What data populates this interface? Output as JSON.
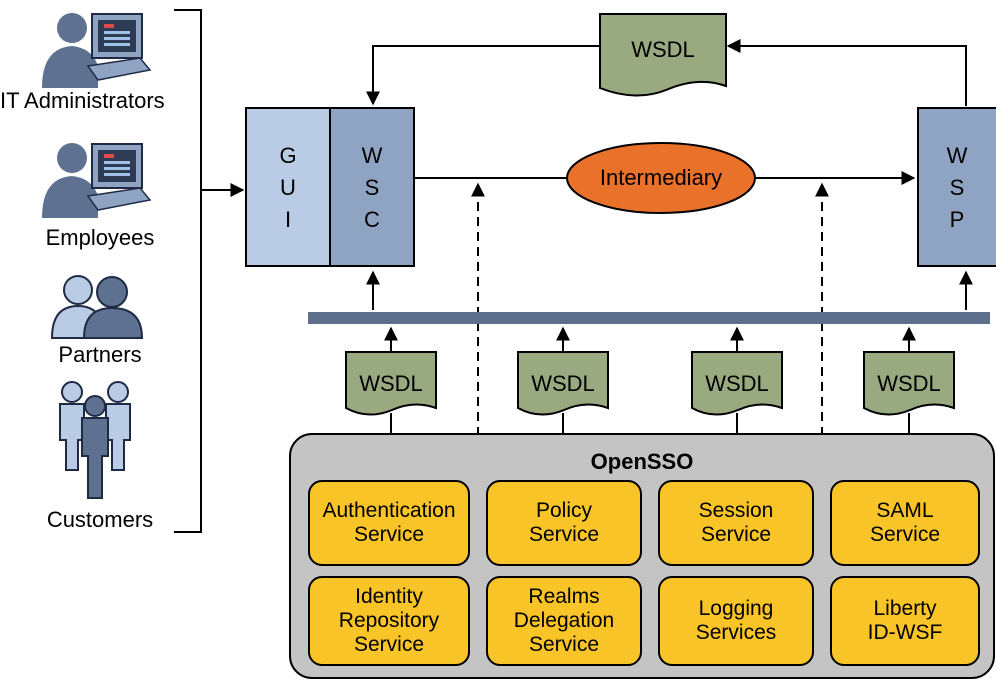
{
  "actors": [
    {
      "label": "IT Administrators",
      "icon": "administrator-workstation-icon"
    },
    {
      "label": "Employees",
      "icon": "employee-workstation-icon"
    },
    {
      "label": "Partners",
      "icon": "partners-people-icon"
    },
    {
      "label": "Customers",
      "icon": "customers-people-icon"
    }
  ],
  "client": {
    "gui_letters": [
      "G",
      "U",
      "I"
    ],
    "wsc_letters": [
      "W",
      "S",
      "C"
    ]
  },
  "provider": {
    "wsp_letters": [
      "W",
      "S",
      "P"
    ]
  },
  "intermediary": {
    "label": "Intermediary"
  },
  "wsdl": {
    "top": "WSDL",
    "docs": [
      "WSDL",
      "WSDL",
      "WSDL",
      "WSDL"
    ]
  },
  "opensso": {
    "title": "OpenSSO",
    "services": [
      "Authentication\nService",
      "Policy\nService",
      "Session\nService",
      "SAML\nService",
      "Identity\nRepository\nService",
      "Realms\nDelegation\nService",
      "Logging\nServices",
      "Liberty\nID-WSF"
    ]
  },
  "colors": {
    "wsdl_doc": "#9aaa80",
    "gui_panel": "#b9cbe5",
    "wsc_panel": "#8fa3c3",
    "intermediary": "#e9712a",
    "bus": "#5e6f8e",
    "opensso_bg": "#c4c4c4",
    "service": "#f9c427"
  }
}
